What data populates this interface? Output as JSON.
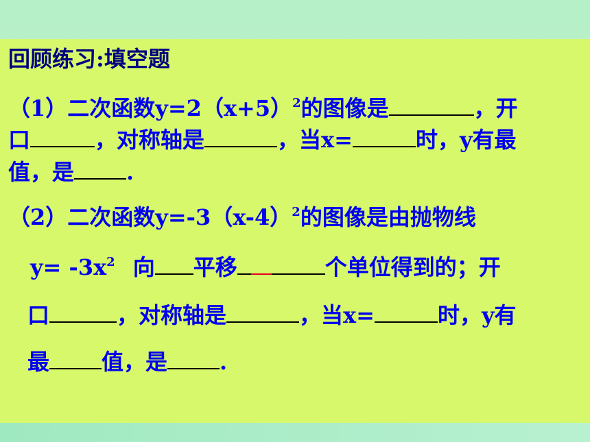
{
  "title": "回顾练习:填空题",
  "q1": {
    "line1_a": "（1）二次函数y=2（x+5）",
    "line1_sup": "2",
    "line1_b": "的图像是",
    "line1_c": "，开",
    "line2_a": "口",
    "line2_b": "，对称轴是",
    "line2_c": "，当x=",
    "line2_d": "时，y有最",
    "line3_a": "值，是",
    "line3_b": "."
  },
  "q2": {
    "line1_a": "（2）二次函数y=-3（x-4）",
    "line1_sup": "2",
    "line1_b": "的图像是由抛物线",
    "line2_a": "y= -3x",
    "line2_sup": "2",
    "line2_b": "向",
    "line2_c": "平移",
    "line2_d": "个单位得到的；开",
    "line3_a": "口",
    "line3_b": "，对称轴是",
    "line3_c": "，当x=",
    "line3_d": "时，y有",
    "line4_a": "最",
    "line4_b": "值，是",
    "line4_c": "."
  },
  "colors": {
    "text_blue": "#0000ee",
    "title_navy": "#000080",
    "panel": "#d6f86a",
    "accent_red": "#e8001e"
  }
}
